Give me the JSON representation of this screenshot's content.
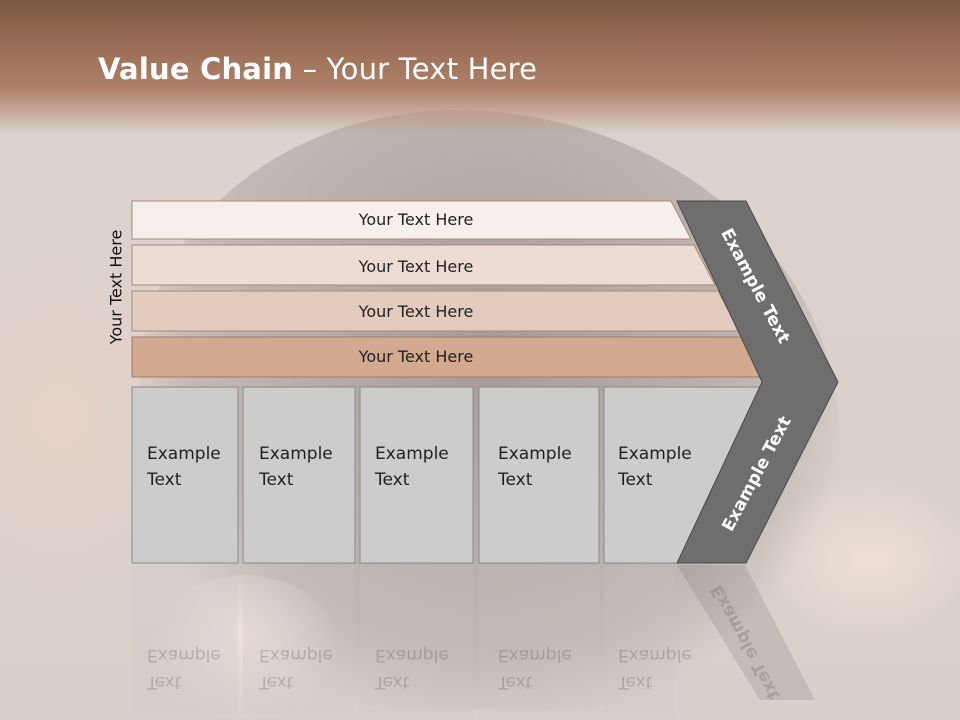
{
  "title": {
    "bold": "Value Chain",
    "rest": " – Your Text Here"
  },
  "side_label": "Your Text Here",
  "bars": [
    {
      "label": "Your Text Here",
      "color": "#f6efec"
    },
    {
      "label": "Your Text Here",
      "color": "#eddcd3"
    },
    {
      "label": "Your Text Here",
      "color": "#e3cbbd"
    },
    {
      "label": "Your Text Here",
      "color": "#d3a990"
    }
  ],
  "boxes": [
    {
      "line1": "Example",
      "line2": "Text"
    },
    {
      "line1": "Example",
      "line2": "Text"
    },
    {
      "line1": "Example",
      "line2": "Text"
    },
    {
      "line1": "Example",
      "line2": "Text"
    },
    {
      "line1": "Example",
      "line2": "Text"
    }
  ],
  "chevron": {
    "upper_label": "Example Text",
    "lower_label": "Example Text",
    "color": "#6e6e6e"
  },
  "colors": {
    "header": "#9a6e56",
    "box_fill": "#cccccc",
    "box_border": "#8a8a8a"
  }
}
